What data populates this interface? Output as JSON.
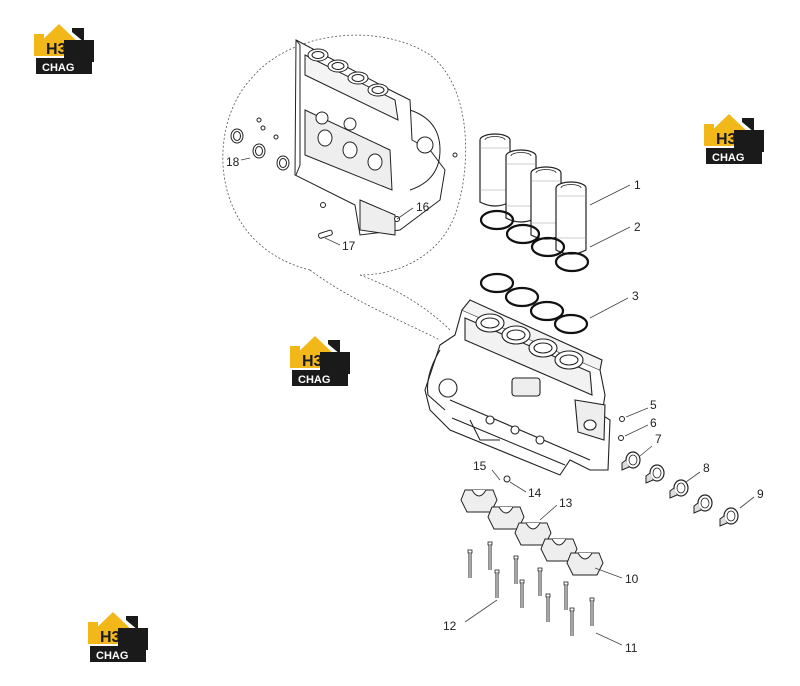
{
  "logo": {
    "mark": "H3",
    "word": "CHAG",
    "accent": "#f2b81a",
    "dark": "#1a1a1a"
  },
  "callouts": [
    "1",
    "2",
    "3",
    "5",
    "6",
    "7",
    "8",
    "9",
    "10",
    "11",
    "12",
    "13",
    "14",
    "15",
    "16",
    "17",
    "18"
  ]
}
